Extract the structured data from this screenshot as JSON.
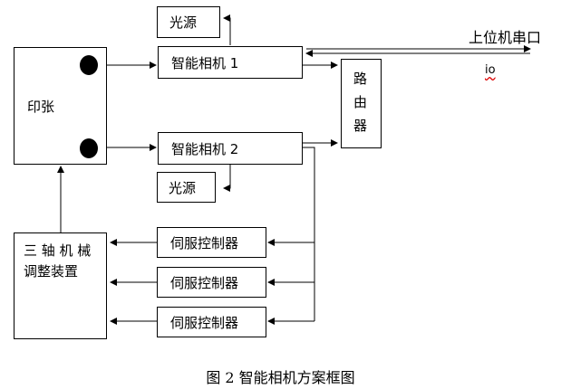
{
  "seal": {
    "label": "印张"
  },
  "camera1": {
    "label": "智能相机 1"
  },
  "camera2": {
    "label": "智能相机 2"
  },
  "light1": {
    "label": "光源"
  },
  "light2": {
    "label": "光源"
  },
  "router": {
    "label": "路由器",
    "chars": [
      "路",
      "由",
      "器"
    ]
  },
  "host_port": {
    "label": "上位机串口"
  },
  "io": {
    "label": "io"
  },
  "adjuster": {
    "line1": "三 轴 机 械",
    "line2": "调整装置"
  },
  "servos": [
    {
      "label": "伺服控制器"
    },
    {
      "label": "伺服控制器"
    },
    {
      "label": "伺服控制器"
    }
  ],
  "caption": "图 2  智能相机方案框图"
}
